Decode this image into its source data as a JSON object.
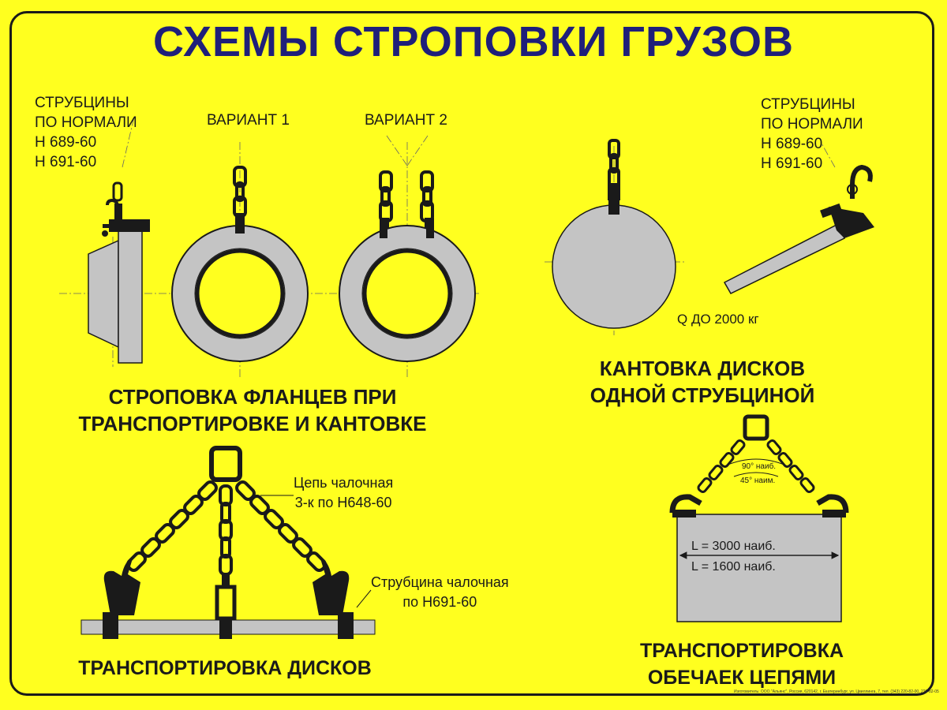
{
  "title": "СХЕМЫ СТРОПОВКИ ГРУЗОВ",
  "clamp_left": [
    "СТРУБЦИНЫ",
    "ПО НОРМАЛИ",
    "Н 689-60",
    "Н 691-60"
  ],
  "variant1": "ВАРИАНТ 1",
  "variant2": "ВАРИАНТ 2",
  "clamp_right": [
    "СТРУБЦИНЫ",
    "ПО НОРМАЛИ",
    "Н 689-60",
    "Н 691-60"
  ],
  "q_limit": "Q ДО 2000 кг",
  "caption_flanges": [
    "СТРОПОВКА ФЛАНЦЕВ ПРИ",
    "ТРАНСПОРТИРОВКЕ И КАНТОВКЕ"
  ],
  "caption_turn": [
    "КАНТОВКА ДИСКОВ",
    "ОДНОЙ СТРУБЦИНОЙ"
  ],
  "chain_label": [
    "Цепь чалочная",
    "3-к по Н648-60"
  ],
  "clamp_label": [
    "Струбцина чалочная",
    "по Н691-60"
  ],
  "caption_discs": "ТРАНСПОРТИРОВКА ДИСКОВ",
  "angle_max": "90° наиб.",
  "angle_min": "45° наим.",
  "length_max": "L = 3000 наиб.",
  "length_min": "L = 1600 наиб.",
  "caption_shells": [
    "ТРАНСПОРТИРОВКА",
    "ОБЕЧАЕК ЦЕПЯМИ"
  ],
  "manufacturer": "Изготовитель: ООО \"Альянс\", Россия, 620142, г. Екатеринбург, ул. Цвиллинга, 7, тел. (343) 220-82-00, 220-82-05",
  "colors": {
    "background": "#ffff1f",
    "title": "#1f1f7a",
    "ink": "#1a1a1a",
    "part": "#c4c4c4"
  }
}
